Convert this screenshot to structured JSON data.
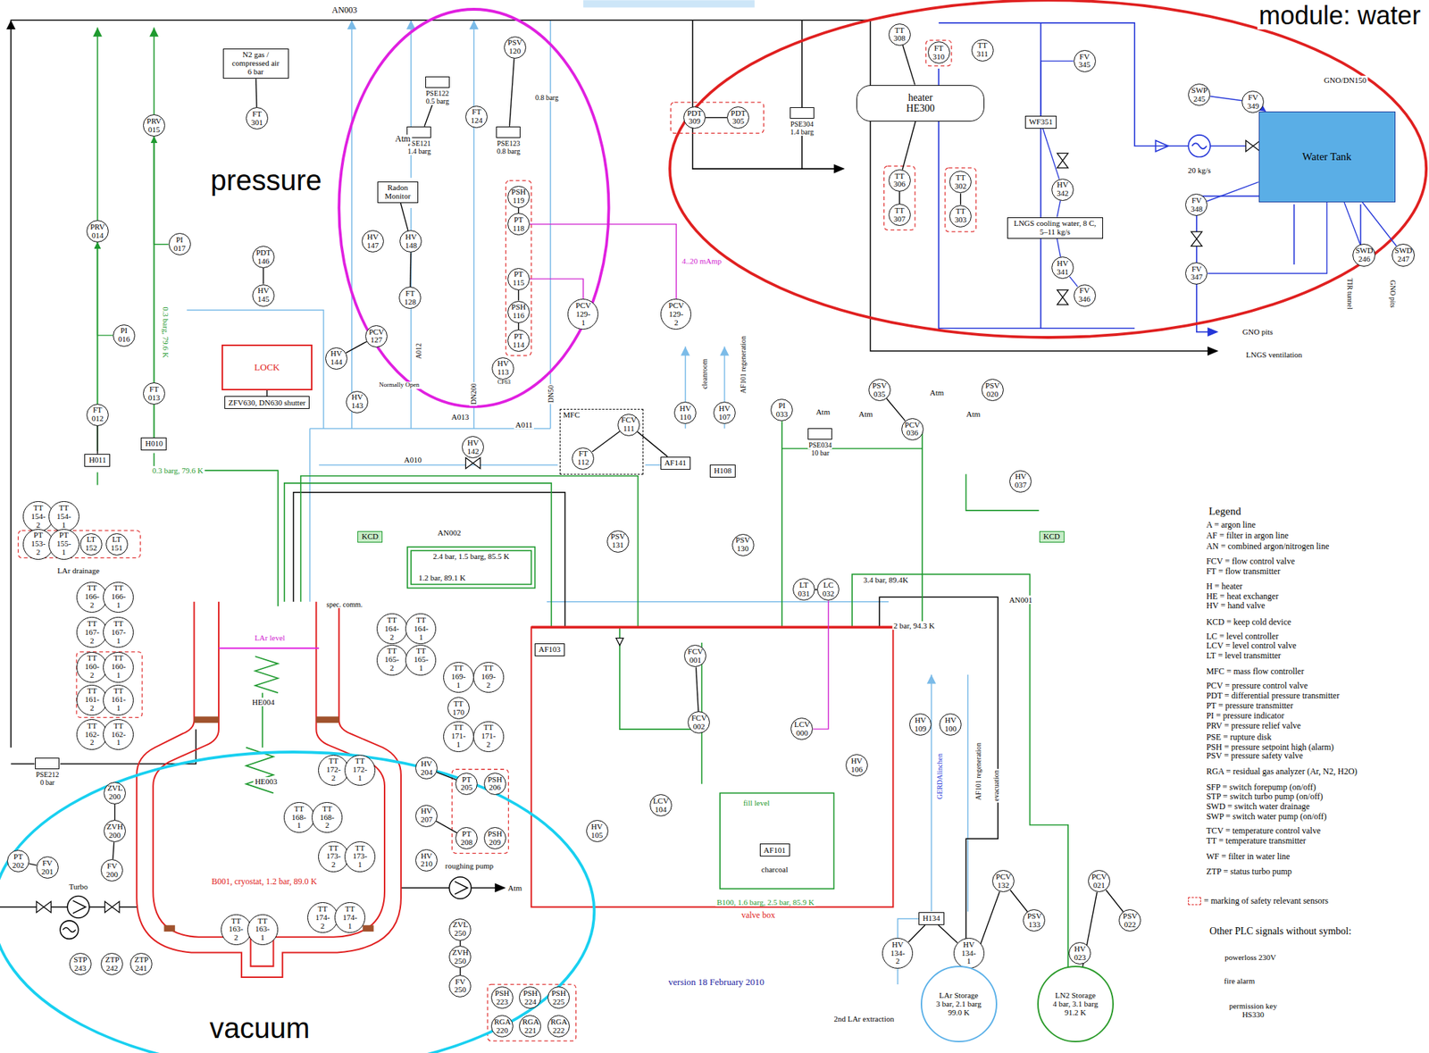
{
  "diagram": {
    "nodes": [
      {
        "text": [
          "N2 gas / compressed air",
          "6 bar"
        ]
      },
      {
        "text": [
          "FT 301"
        ]
      },
      {
        "text": [
          "PRV 015"
        ]
      },
      {
        "text": [
          "PRV 014"
        ]
      },
      {
        "text": [
          "PI 017"
        ]
      },
      {
        "text": [
          "PI 016"
        ]
      },
      {
        "text": [
          "FT 013"
        ]
      },
      {
        "text": [
          "FT 012"
        ]
      },
      {
        "text": [
          "H010"
        ]
      },
      {
        "text": [
          "H011"
        ]
      },
      {
        "text": [
          "PSE122",
          "0.5 barg"
        ]
      },
      {
        "text": [
          "PSV 120"
        ]
      },
      {
        "text": [
          "FT 124"
        ]
      },
      {
        "text": [
          "PSE121",
          "1.4 barg"
        ]
      },
      {
        "text": [
          "PSE123",
          "0.8 barg"
        ]
      },
      {
        "text": [
          "Radon Monitor"
        ]
      },
      {
        "text": [
          "PSH 119"
        ]
      },
      {
        "text": [
          "PT 118"
        ]
      },
      {
        "text": [
          "PT 115"
        ]
      },
      {
        "text": [
          "PSH 116"
        ]
      },
      {
        "text": [
          "PT 114"
        ]
      },
      {
        "text": [
          "PCV 129-1"
        ]
      },
      {
        "text": [
          "PCV 129-2"
        ]
      },
      {
        "text": [
          "HV 113"
        ]
      },
      {
        "text": [
          "HV 147"
        ]
      },
      {
        "text": [
          "HV 148"
        ]
      },
      {
        "text": [
          "FT 128"
        ]
      },
      {
        "text": [
          "PDT 146"
        ]
      },
      {
        "text": [
          "HV 145"
        ]
      },
      {
        "text": [
          "LOCK"
        ]
      },
      {
        "text": [
          "ZFV630, DN630 shutter"
        ]
      },
      {
        "text": [
          "PCV 127"
        ]
      },
      {
        "text": [
          "HV 144"
        ]
      },
      {
        "text": [
          "HV 143"
        ]
      },
      {
        "text": [
          "PDT 309"
        ]
      },
      {
        "text": [
          "PDT 305"
        ]
      },
      {
        "text": [
          "PSE304",
          "1.4 barg"
        ]
      },
      {
        "text": [
          "heater HE300"
        ]
      },
      {
        "text": [
          "TT 308"
        ]
      },
      {
        "text": [
          "FT 310"
        ]
      },
      {
        "text": [
          "TT 311"
        ]
      },
      {
        "text": [
          "TT 306"
        ]
      },
      {
        "text": [
          "TT 307"
        ]
      },
      {
        "text": [
          "TT 302"
        ]
      },
      {
        "text": [
          "TT 303"
        ]
      },
      {
        "text": [
          "FV 345"
        ]
      },
      {
        "text": [
          "WF351"
        ]
      },
      {
        "text": [
          "HV 342"
        ]
      },
      {
        "text": [
          "LNGS cooling water, 8 C, 5–11 kg/s"
        ]
      },
      {
        "text": [
          "HV 341"
        ]
      },
      {
        "text": [
          "FV 346"
        ]
      },
      {
        "text": [
          "SWP 245"
        ]
      },
      {
        "text": [
          "FV 349"
        ]
      },
      {
        "text": [
          "Water Tank"
        ]
      },
      {
        "text": [
          "FV 348"
        ]
      },
      {
        "text": [
          "FV 347"
        ]
      },
      {
        "text": [
          "SWD 246"
        ]
      },
      {
        "text": [
          "SWD 247"
        ]
      },
      {
        "text": [
          "MFC"
        ]
      },
      {
        "text": [
          "FCV 111"
        ],
        "in": 58
      },
      {
        "text": [
          "FT 112"
        ],
        "in": 58
      },
      {
        "text": [
          "HV 142"
        ]
      },
      {
        "text": [
          "AF141"
        ]
      },
      {
        "text": [
          "HV 110"
        ]
      },
      {
        "text": [
          "HV 107"
        ]
      },
      {
        "text": [
          "H108"
        ]
      },
      {
        "text": [
          "PI 033"
        ]
      },
      {
        "text": [
          "PSE034",
          "10 bar"
        ]
      },
      {
        "text": [
          "PSV 035"
        ]
      },
      {
        "text": [
          "PCV 036"
        ]
      },
      {
        "text": [
          "PSV 020"
        ]
      },
      {
        "text": [
          "HV 037"
        ]
      },
      {
        "text": [
          "TT 154-2"
        ]
      },
      {
        "text": [
          "TT 154-1"
        ]
      },
      {
        "text": [
          "PT 153-2"
        ]
      },
      {
        "text": [
          "PT 155-1"
        ]
      },
      {
        "text": [
          "LT 152"
        ]
      },
      {
        "text": [
          "LT 151"
        ]
      },
      {
        "text": [
          "KCD"
        ]
      },
      {
        "text": [
          "KCD"
        ]
      },
      {
        "text": [
          "PSV 131"
        ]
      },
      {
        "text": [
          "PSV 130"
        ]
      },
      {
        "text": [
          "LT 031"
        ]
      },
      {
        "text": [
          "LC 032"
        ]
      },
      {
        "text": [
          "TT 166-2"
        ]
      },
      {
        "text": [
          "TT 166-1"
        ]
      },
      {
        "text": [
          "TT 167-2"
        ]
      },
      {
        "text": [
          "TT 167-1"
        ]
      },
      {
        "text": [
          "TT 160-2"
        ]
      },
      {
        "text": [
          "TT 160-1"
        ]
      },
      {
        "text": [
          "TT 161-2"
        ]
      },
      {
        "text": [
          "TT 161-1"
        ]
      },
      {
        "text": [
          "TT 162-2"
        ]
      },
      {
        "text": [
          "TT 162-1"
        ]
      },
      {
        "text": [
          "TT 164-2"
        ]
      },
      {
        "text": [
          "TT 164-1"
        ]
      },
      {
        "text": [
          "TT 165-2"
        ]
      },
      {
        "text": [
          "TT 165-1"
        ]
      },
      {
        "text": [
          "TT 169-1"
        ]
      },
      {
        "text": [
          "TT 169-2"
        ]
      },
      {
        "text": [
          "TT 170"
        ]
      },
      {
        "text": [
          "TT 171-1"
        ]
      },
      {
        "text": [
          "TT 171-2"
        ]
      },
      {
        "text": [
          "TT 172-2"
        ]
      },
      {
        "text": [
          "TT 172-1"
        ]
      },
      {
        "text": [
          "TT 168-1"
        ]
      },
      {
        "text": [
          "TT 168-2"
        ]
      },
      {
        "text": [
          "TT 173-2"
        ]
      },
      {
        "text": [
          "TT 173-1"
        ]
      },
      {
        "text": [
          "TT 163-2"
        ]
      },
      {
        "text": [
          "TT 163-1"
        ]
      },
      {
        "text": [
          "TT 174-2"
        ]
      },
      {
        "text": [
          "TT 174-1"
        ]
      },
      {
        "text": [
          "PSE212",
          "0 bar"
        ]
      },
      {
        "text": [
          "ZVL 200"
        ]
      },
      {
        "text": [
          "ZVH 200"
        ]
      },
      {
        "text": [
          "PT 202"
        ]
      },
      {
        "text": [
          "FV 201"
        ]
      },
      {
        "text": [
          "FV 200"
        ]
      },
      {
        "text": [
          "STP 243"
        ]
      },
      {
        "text": [
          "ZTP 242"
        ]
      },
      {
        "text": [
          "ZTP 241"
        ]
      },
      {
        "text": [
          "HV 204"
        ]
      },
      {
        "text": [
          "PT 205"
        ]
      },
      {
        "text": [
          "PSH 206"
        ]
      },
      {
        "text": [
          "HV 207"
        ]
      },
      {
        "text": [
          "PT 208"
        ]
      },
      {
        "text": [
          "PSH 209"
        ]
      },
      {
        "text": [
          "HV 210"
        ]
      },
      {
        "text": [
          "ZVL 250"
        ]
      },
      {
        "text": [
          "ZVH 250"
        ]
      },
      {
        "text": [
          "FV 250"
        ]
      },
      {
        "text": [
          "PSH 223"
        ]
      },
      {
        "text": [
          "PSH 224"
        ]
      },
      {
        "text": [
          "PSH 225"
        ]
      },
      {
        "text": [
          "RGA 220"
        ]
      },
      {
        "text": [
          "RGA 221"
        ]
      },
      {
        "text": [
          "RGA 222"
        ]
      },
      {
        "text": [
          "AF103"
        ]
      },
      {
        "text": [
          "FCV 001"
        ]
      },
      {
        "text": [
          "FCV 002"
        ]
      },
      {
        "text": [
          "LCV 000"
        ]
      },
      {
        "text": [
          "HV 106"
        ]
      },
      {
        "text": [
          "LCV 104"
        ]
      },
      {
        "text": [
          "HV 105"
        ]
      },
      {
        "text": [
          "AF101"
        ]
      },
      {
        "text": [
          "HV 109"
        ]
      },
      {
        "text": [
          "HV 100"
        ]
      },
      {
        "text": [
          "PCV 132"
        ]
      },
      {
        "text": [
          "PSV 133"
        ]
      },
      {
        "text": [
          "H134"
        ]
      },
      {
        "text": [
          "HV 134-2"
        ]
      },
      {
        "text": [
          "HV 134-1"
        ]
      },
      {
        "text": [
          "PCV 021"
        ]
      },
      {
        "text": [
          "PSV 022"
        ]
      },
      {
        "text": [
          "HV 023"
        ]
      },
      {
        "text": [
          "LAr Storage",
          "3 bar, 2.1 barg 99.0 K"
        ]
      },
      {
        "text": [
          "LN2 Storage",
          "4 bar, 3.1 barg 91.2 K"
        ]
      }
    ],
    "edges": [
      {
        "from": 1,
        "to": 0,
        "arrow": "none"
      },
      {
        "from": 9,
        "to": 7,
        "arrow": "none"
      },
      {
        "from": 7,
        "to": 3,
        "arrow": "to"
      },
      {
        "from": 5,
        "to": 3,
        "arrow": "none"
      },
      {
        "from": 8,
        "to": 6,
        "arrow": "none"
      },
      {
        "from": 6,
        "to": 2,
        "arrow": "to"
      },
      {
        "from": 4,
        "to": 2,
        "arrow": "none"
      },
      {
        "from": 27,
        "to": 28,
        "arrow": "none"
      },
      {
        "from": 26,
        "to": 25,
        "arrow": "none"
      },
      {
        "from": 25,
        "to": 15,
        "arrow": "none"
      },
      {
        "from": 16,
        "to": 17,
        "arrow": "none"
      },
      {
        "from": 18,
        "to": 19,
        "arrow": "none"
      },
      {
        "from": 19,
        "to": 20,
        "arrow": "none"
      },
      {
        "from": 17,
        "to": 22,
        "label": "4..20 mAmp",
        "arrow": "none"
      },
      {
        "from": 18,
        "to": 21,
        "arrow": "none"
      },
      {
        "from": 13,
        "to": 10,
        "arrow": "none"
      },
      {
        "from": 14,
        "to": 11,
        "arrow": "none"
      },
      {
        "from": 31,
        "to": 32,
        "arrow": "none"
      },
      {
        "from": 29,
        "to": 30,
        "arrow": "none"
      },
      {
        "from": 34,
        "to": 35,
        "arrow": "none"
      },
      {
        "from": 38,
        "to": 37,
        "arrow": "none"
      },
      {
        "from": 37,
        "to": 41,
        "arrow": "none"
      },
      {
        "from": 41,
        "to": 42,
        "arrow": "none"
      },
      {
        "from": 43,
        "to": 44,
        "arrow": "none"
      },
      {
        "from": 47,
        "to": 46,
        "arrow": "none"
      },
      {
        "from": 46,
        "to": 45,
        "arrow": "none"
      },
      {
        "from": 47,
        "to": 48,
        "arrow": "none"
      },
      {
        "from": 48,
        "to": 49,
        "arrow": "none"
      },
      {
        "from": 49,
        "to": 50,
        "arrow": "none"
      },
      {
        "from": 51,
        "to": 52,
        "arrow": "none"
      },
      {
        "from": 52,
        "to": 53,
        "arrow": "to"
      },
      {
        "from": 54,
        "to": 53,
        "arrow": "none"
      },
      {
        "from": 53,
        "to": 55,
        "arrow": "none"
      },
      {
        "from": 53,
        "to": 56,
        "arrow": "none"
      },
      {
        "from": 53,
        "to": 57,
        "arrow": "none"
      },
      {
        "from": 59,
        "to": 60,
        "arrow": "none"
      },
      {
        "from": 59,
        "to": 62,
        "arrow": "none"
      },
      {
        "from": 68,
        "to": 69,
        "arrow": "none"
      },
      {
        "from": 82,
        "to": 83,
        "arrow": "none"
      },
      {
        "from": 83,
        "to": 141,
        "arrow": "none"
      },
      {
        "from": 114,
        "to": 115,
        "arrow": "none"
      },
      {
        "from": 115,
        "to": 118,
        "arrow": "none"
      },
      {
        "from": 116,
        "to": 117,
        "arrow": "none"
      },
      {
        "from": 122,
        "to": 123,
        "arrow": "none"
      },
      {
        "from": 125,
        "to": 126,
        "arrow": "none"
      },
      {
        "from": 129,
        "to": 130,
        "arrow": "none"
      },
      {
        "from": 130,
        "to": 131,
        "arrow": "none"
      },
      {
        "from": 148,
        "to": 149,
        "arrow": "none"
      },
      {
        "from": 153,
        "to": 154,
        "arrow": "none"
      },
      {
        "from": 151,
        "to": 150,
        "arrow": "none"
      },
      {
        "from": 150,
        "to": 152,
        "arrow": "none"
      },
      {
        "from": 148,
        "to": 156,
        "arrow": "none"
      },
      {
        "from": 153,
        "to": 157,
        "arrow": "none"
      },
      {
        "from": 139,
        "to": 140,
        "arrow": "none"
      }
    ],
    "labels": [
      "AN003",
      "module: water",
      "pressure",
      "vacuum",
      "Atm",
      "0.8 barg",
      "A012",
      "Normally Open",
      "CF63",
      "DN200",
      "DN50",
      "A013",
      "A011",
      "A010",
      "0.3 barg, 79.6 K",
      "0.3 barg, 79.6 K",
      "LAr drainage",
      "LAr level",
      "HE004",
      "HE003",
      "spec. comm.",
      "AN002",
      "2.4 bar, 1.5 barg, 85.5 K",
      "1.2 bar, 89.1 K",
      "cleanroom",
      "AF101 regeneration",
      "Atm",
      "Atm",
      "Atm",
      "Atm",
      "3.4 bar, 89.4K",
      "AN001",
      "2 bar, 94.3 K",
      "fill level",
      "charcoal",
      "B100, 1.6 barg, 2.5 bar, 85.9 K",
      "valve box",
      "B001, cryostat, 1.2 bar, 89.0 K",
      "Turbo",
      "roughing pump",
      "Atm",
      "version 18 February 2010",
      "GERDAlinchen",
      "AF101 regeneration",
      "evacuation",
      "2nd LAr extraction",
      "20 kg/s",
      "GNO/DN150",
      "TIR tunnel",
      "GNO pits",
      "GNO pits",
      "LNGS ventilation",
      "Legend",
      "Other PLC signals without symbol:",
      "powerloss 230V",
      "fire alarm",
      "permission key HS330"
    ],
    "legend": [
      {
        "text": "A = argon line"
      },
      {
        "text": "AF = filter in argon line"
      },
      {
        "text": "AN = combined argon/nitrogen line"
      },
      {
        "text": "FCV = flow control valve"
      },
      {
        "text": "FT = flow transmitter"
      },
      {
        "text": "H = heater"
      },
      {
        "text": "HE = heat exchanger"
      },
      {
        "text": "HV = hand valve"
      },
      {
        "text": "KCD = keep cold device"
      },
      {
        "text": "LC = level controller"
      },
      {
        "text": "LCV = level control valve"
      },
      {
        "text": "LT = level transmitter"
      },
      {
        "text": "MFC = mass flow controller"
      },
      {
        "text": "PCV = pressure control valve"
      },
      {
        "text": "PDT = differential pressure transmitter"
      },
      {
        "text": "PT = pressure transmitter"
      },
      {
        "text": "PI = pressure indicator"
      },
      {
        "text": "PRV = pressure relief valve"
      },
      {
        "text": "PSE = rupture disk"
      },
      {
        "text": "PSH = pressure setpoint high (alarm)"
      },
      {
        "text": "PSV = pressure safety valve"
      },
      {
        "text": "RGA = residual gas analyzer (Ar, N2, H2O)"
      },
      {
        "text": "SFP = switch forepump (on/off)"
      },
      {
        "text": "STP = switch turbo pump (on/off)"
      },
      {
        "text": "SWD = switch water drainage"
      },
      {
        "text": "SWP = switch water pump (on/off)"
      },
      {
        "text": "TCV = temperature control valve"
      },
      {
        "text": "TT = temperature transmitter"
      },
      {
        "text": "WF = filter in water line"
      },
      {
        "text": "ZTP = status turbo pump"
      },
      {
        "text": "= marking of safety relevant sensors"
      }
    ]
  }
}
